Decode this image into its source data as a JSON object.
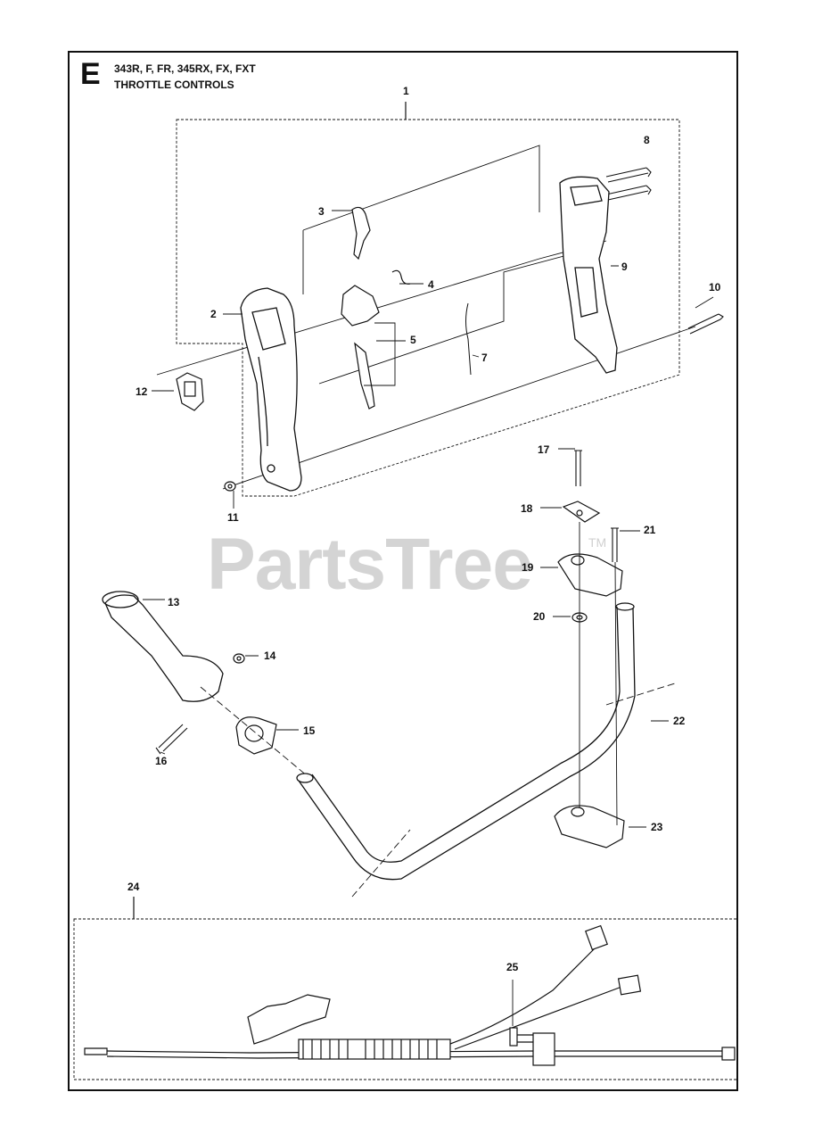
{
  "header": {
    "section_letter": "E",
    "models": "343R, F, FR, 345RX, FX, FXT",
    "title": "THROTTLE CONTROLS"
  },
  "watermark": {
    "text": "PartsTree",
    "trademark": "TM"
  },
  "callouts": [
    "1",
    "2",
    "3",
    "4",
    "5",
    "7",
    "8",
    "9",
    "10",
    "11",
    "12",
    "13",
    "14",
    "15",
    "16",
    "17",
    "18",
    "19",
    "20",
    "21",
    "22",
    "23",
    "24",
    "25"
  ],
  "colors": {
    "line": "#111111",
    "watermark": "#d4d4d4",
    "background": "#ffffff"
  }
}
